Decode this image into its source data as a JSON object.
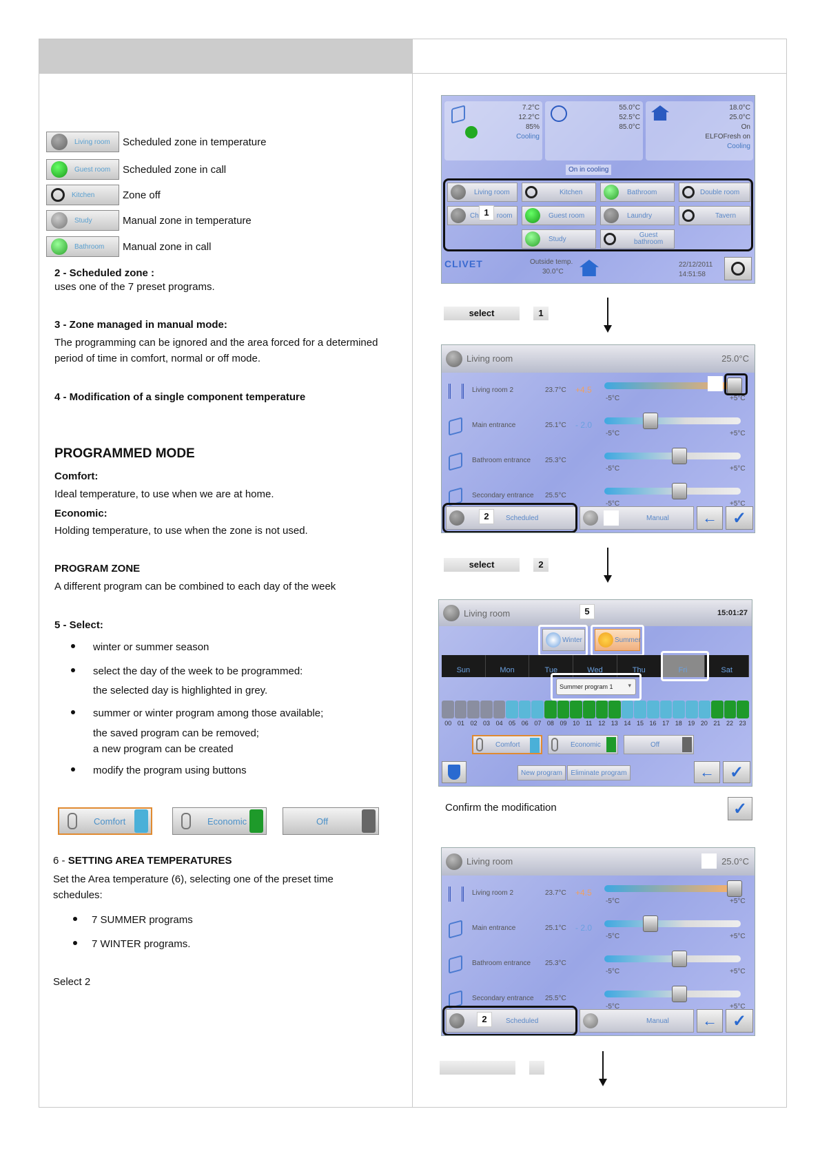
{
  "left": {
    "legend": [
      {
        "chip": "Living room",
        "text": "Scheduled zone in temperature",
        "icon": "grey"
      },
      {
        "chip": "Guest room",
        "text": "Scheduled zone in call",
        "icon": "green"
      },
      {
        "chip": "Kitchen",
        "text": "Zone off",
        "icon": "power"
      },
      {
        "chip": "Study",
        "text": "Manual zone in temperature",
        "icon": "hand"
      },
      {
        "chip": "Bathroom",
        "text": "Manual zone in call",
        "icon": "handg"
      }
    ],
    "s2_title": "2 - Scheduled zone :",
    "s2_text": "uses one of the 7 preset programs.",
    "s3_title": "3 - Zone managed in manual mode:",
    "s3_line1": "The programming can be ignored and the area forced for a determined",
    "s3_line2": "period of time in comfort, normal or off mode.",
    "s4_title": "4 - Modification of a single component temperature",
    "prog_title": "PROGRAMMED MODE",
    "comfort_title": "Comfort:",
    "comfort_text": "Ideal temperature, to use when we are at home.",
    "economic_title": "Economic:",
    "economic_text": "Holding temperature, to use when the zone is not used.",
    "zone_title": "PROGRAM ZONE",
    "zone_text": "A different program can be combined to each day of the week",
    "s5_title": "5 - Select:",
    "b1": "winter or summer season",
    "b2": "select the day of the week to be programmed:",
    "b2_sub": "the selected day is highlighted in grey.",
    "b3": "summer or winter program among those available;",
    "b3_sub1": "the saved program can be removed;",
    "b3_sub2": "a new program can be created",
    "b4": "modify the program using buttons",
    "btn_comfort": "Comfort",
    "btn_economic": "Economic",
    "btn_off": "Off",
    "s6_num": "6 - ",
    "s6_title": "SETTING AREA TEMPERATURES",
    "s6_line1": "Set the Area temperature (6), selecting one of the preset time",
    "s6_line2": "schedules:",
    "b5": "7 SUMMER programs",
    "b6": "7 WINTER programs.",
    "select2": "Select 2"
  },
  "shot1": {
    "p1": [
      "7.2°C",
      "12.2°C",
      "85%",
      "Cooling"
    ],
    "p2": [
      "55.0°C",
      "52.5°C",
      "85.0°C"
    ],
    "p3": [
      "18.0°C",
      "25.0°C",
      "On",
      "ELFOFresh on",
      "Cooling"
    ],
    "status": "On in cooling",
    "zones_row1": [
      "Living room",
      "Kitchen",
      "Bathroom",
      "Double room"
    ],
    "zones_row2": [
      "Ch",
      "room",
      "Guest room",
      "Laundry",
      "Tavern"
    ],
    "zones_row3": [
      "Study",
      "Guest",
      "bathroom"
    ],
    "brand": "CLIVET",
    "outside_label": "Outside temp.",
    "outside_value": "30.0°C",
    "date": "22/12/2011",
    "time": "14:51:58",
    "tag": "1"
  },
  "step1": {
    "label": "select",
    "num": "1"
  },
  "shot2": {
    "title": "Living room",
    "temp": "25.0°C",
    "rows": [
      {
        "name": "Living room 2",
        "t": "23.7°C",
        "d": "+4.5",
        "min": "-5°C",
        "max": "+5°C"
      },
      {
        "name": "Main entrance",
        "t": "25.1°C",
        "d": "- 2.0",
        "min": "-5°C",
        "max": "+5°C"
      },
      {
        "name": "Bathroom entrance",
        "t": "25.3°C",
        "d": "",
        "min": "-5°C",
        "max": "+5°C"
      },
      {
        "name": "Secondary entrance",
        "t": "25.5°C",
        "d": "",
        "min": "-5°C",
        "max": "+5°C"
      }
    ],
    "scheduled": "Scheduled",
    "manual": "Manual",
    "tag": "2"
  },
  "step2": {
    "label": "select",
    "num": "2"
  },
  "shot3": {
    "title": "Living room",
    "time": "15:01:27",
    "tag": "5",
    "winter": "Winter",
    "summer": "Summer",
    "days": [
      "Sun",
      "Mon",
      "Tue",
      "Wed",
      "Thu",
      "Fri",
      "Sat"
    ],
    "program": "Summer program 1",
    "hours": [
      "00",
      "01",
      "02",
      "03",
      "04",
      "05",
      "06",
      "07",
      "08",
      "09",
      "10",
      "11",
      "12",
      "13",
      "14",
      "15",
      "16",
      "17",
      "18",
      "19",
      "20",
      "21",
      "22",
      "23"
    ],
    "comfort": "Comfort",
    "economic": "Economic",
    "off": "Off",
    "new_program": "New program",
    "eliminate_program": "Eliminate program"
  },
  "confirm": "Confirm the modification",
  "shot4": {
    "title": "Living room",
    "temp": "25.0°C",
    "scheduled": "Scheduled",
    "manual": "Manual",
    "tag": "2"
  },
  "colors": {
    "green": "#1e9a2a",
    "teal": "#4ab0d8",
    "comfort_border": "#e08a30"
  }
}
